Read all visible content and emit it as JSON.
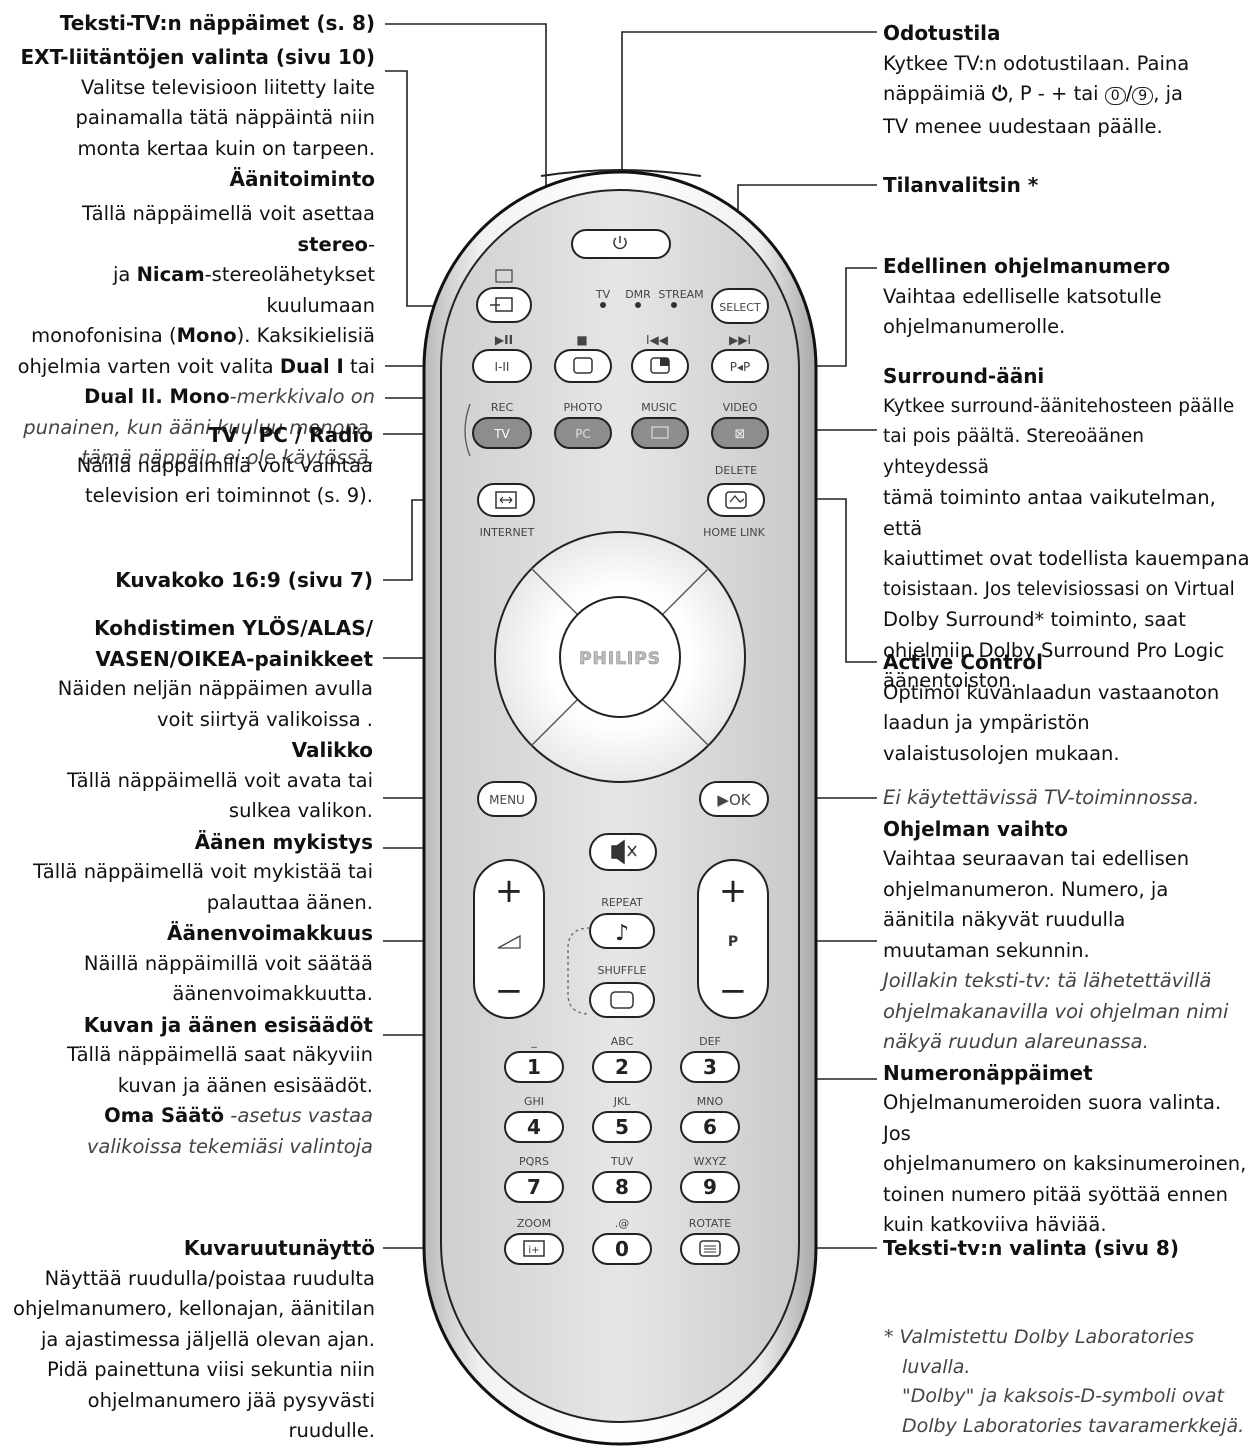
{
  "left": {
    "teletext_keys": "Teksti-TV:n näppäimet (s. 8)",
    "ext_title": "EXT-liitäntöjen valinta (sivu 10)",
    "ext_text": [
      "Valitse televisioon liitetty laite",
      "painamalla tätä näppäintä niin",
      "monta kertaa kuin on tarpeen."
    ],
    "sound_title": "Äänitoiminto",
    "sound_l1a": "Tällä näppäimellä voit asettaa ",
    "sound_l1b": "stereo",
    "sound_l1c": "-",
    "sound_l2a": "ja ",
    "sound_l2b": "Nicam",
    "sound_l2c": "-stereolähetykset kuulumaan",
    "sound_l3a": "monofonisina (",
    "sound_l3b": "Mono",
    "sound_l3c": "). Kaksikielisiä",
    "sound_l4a": "ohjelmia varten voit valita ",
    "sound_l4b": "Dual I",
    "sound_l4c": " tai",
    "sound_l5a": "Dual II.",
    "sound_l5b": " Mono",
    "sound_l5c": "-merkkivalo on",
    "sound_l6": "punainen, kun ääni kuuluu monona.",
    "unused": "tämä näppäin ei ole käytössä.",
    "mode_title": "TV / PC / Radio",
    "mode_text": [
      "Näillä näppäimillä voit vaihtaa",
      "television eri toiminnot (s. 9)."
    ],
    "size_title": "Kuvakoko 16:9 (sivu 7)",
    "cursor_title": [
      "Kohdistimen YLÖS/ALAS/",
      "VASEN/OIKEA-painikkeet"
    ],
    "cursor_text": [
      "Näiden neljän näppäimen avulla",
      "voit siirtyä valikoissa ."
    ],
    "menu_title": "Valikko",
    "menu_text": [
      "Tällä näppäimellä voit avata tai",
      "sulkea valikon."
    ],
    "mute_title": "Äänen mykistys",
    "mute_text": [
      "Tällä näppäimellä voit mykistää tai",
      "palauttaa äänen."
    ],
    "vol_title": "Äänenvoimakkuus",
    "vol_text": [
      "Näillä näppäimillä voit säätää",
      "äänenvoimakkuutta."
    ],
    "preset_title": "Kuvan ja äänen esisäädöt",
    "preset_text": [
      "Tällä näppäimellä saat näkyviin",
      "kuvan ja äänen esisäädöt."
    ],
    "preset_own_b": "Oma Säätö",
    "preset_own_i": " -asetus vastaa",
    "preset_own_2": "valikoissa tekemiäsi valintoja",
    "osd_title": "Kuvaruutunäyttö",
    "osd_text": [
      "Näyttää ruudulla/poistaa ruudulta",
      "ohjelmanumero, kellonajan, äänitilan",
      "ja ajastimessa jäljellä olevan ajan.",
      "Pidä painettuna viisi sekuntia niin",
      "ohjelmanumero jää pysyvästi",
      "ruudulle."
    ]
  },
  "right": {
    "standby_title": "Odotustila",
    "standby_l1": "Kytkee TV:n odotustilaan. Paina",
    "standby_l2a": "näppäimiä ",
    "standby_l2b": ", P - + tai ",
    "standby_l2c": "/",
    "standby_l2d": ", ja",
    "standby_l3": "TV menee uudestaan päälle.",
    "mode_sel_title": "Tilanvalitsin *",
    "prev_title": "Edellinen ohjelmanumero",
    "prev_text": [
      "Vaihtaa edelliselle katsotulle",
      "ohjelmanumerolle."
    ],
    "surround_title": "Surround-ääni",
    "surround_text": [
      "Kytkee surround-äänitehosteen päälle",
      "tai pois päältä. Stereoäänen yhteydessä",
      "tämä toiminto antaa vaikutelman, että",
      "kaiuttimet ovat todellista kauempana",
      "toisistaan. Jos televisiossasi on Virtual",
      "Dolby Surround* toiminto, saat",
      "ohjelmiin Dolby Surround Pro Logic",
      "äänentoiston."
    ],
    "active_title": "Active Control",
    "active_text": [
      "Optimoi kuvanlaadun vastaanoton",
      "laadun ja ympäristön",
      "valaistusolojen mukaan."
    ],
    "not_tv": "Ei käytettävissä TV-toiminnossa.",
    "prog_title": "Ohjelman vaihto",
    "prog_text": [
      "Vaihtaa seuraavan tai edellisen",
      "ohjelmanumeron. Numero, ja",
      "äänitila näkyvät ruudulla",
      "muutaman sekunnin."
    ],
    "prog_italic": [
      "Joillakin teksti-tv: tä lähetettävillä",
      "ohjelmakanavilla voi ohjelman nimi",
      "näkyä ruudun alareunassa."
    ],
    "num_title": "Numeronäppäimet",
    "num_text": [
      "Ohjelmanumeroiden suora valinta. Jos",
      "ohjelmanumero on kaksinumeroinen,",
      "toinen numero pitää syöttää ennen",
      "kuin katkoviiva häviää."
    ],
    "tt_title": "Teksti-tv:n valinta (sivu 8)",
    "footnote": [
      "* Valmistettu Dolby Laboratories",
      "luvalla.",
      "\"Dolby\" ja kaksois-D-symboli ovat",
      "Dolby Laboratories tavaramerkkejä."
    ]
  },
  "remote": {
    "brand": "PHILIPS",
    "mode_labels": [
      "TV",
      "DMR",
      "STREAM"
    ],
    "select": "SELECT",
    "transport": [
      "▶II",
      "■",
      "I◀◀",
      "▶▶I"
    ],
    "i_ii": "I-II",
    "pp": "P◂P",
    "source_labels": [
      "REC",
      "PHOTO",
      "MUSIC",
      "VIDEO"
    ],
    "source_btns": [
      "TV",
      "PC",
      "▭",
      "⊠"
    ],
    "delete": "DELETE",
    "internet": "INTERNET",
    "homelink": "HOME LINK",
    "menu": "MENU",
    "ok": "▶OK",
    "plus": "+",
    "minus": "−",
    "p": "P",
    "repeat": "REPEAT",
    "shuffle": "SHUFFLE",
    "note": "♪",
    "mute": "🔇",
    "num_sub": [
      "_",
      "ABC",
      "DEF",
      "GHI",
      "JKL",
      "MNO",
      "PQRS",
      "TUV",
      "WXYZ"
    ],
    "digits": [
      "1",
      "2",
      "3",
      "4",
      "5",
      "6",
      "7",
      "8",
      "9",
      "0"
    ],
    "zoom": "ZOOM",
    "dot_at": ".@",
    "rotate": "ROTATE"
  }
}
